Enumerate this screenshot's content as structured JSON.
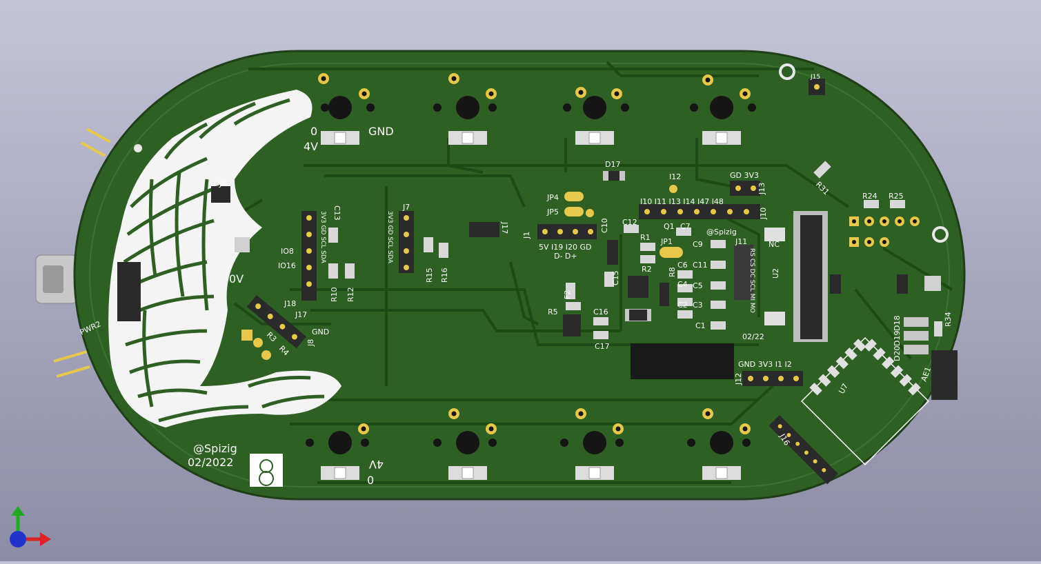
{
  "colors": {
    "board": "#2e5f23",
    "board_dark": "#244d1b",
    "trace": "#1d4a15",
    "silk": "#ffffff",
    "pad_gold": "#e8c84a",
    "smd": "#c7c7c7",
    "background_top": "#c4c4d8",
    "background_bottom": "#8c8ca6"
  },
  "silkscreen": {
    "author": "@Spizig",
    "date": "02/2022",
    "author_small": "@Spizig",
    "date_small": "02/22",
    "power_top": {
      "zero": "0",
      "four_v": "4V",
      "gnd": "GND"
    },
    "power_bottom": {
      "zero": "0",
      "four_v": "4V"
    },
    "zero_v": "0V",
    "pwr": "PWR2",
    "refs": {
      "J15": "J15",
      "D17": "D17",
      "JP4": "JP4",
      "JP5": "JP5",
      "JP1": "JP1",
      "I12": "I12",
      "GD3V3_top": "GD 3V3",
      "J13": "J13",
      "J10": "J10",
      "io_header": "I10 I11 I13 I14 I47 I48",
      "R31": "R31",
      "R24": "R24",
      "R25": "R25",
      "J4": "J4",
      "J7": "J7",
      "C13": "C13",
      "J6_pins": "3V3 GD SCL SDA",
      "J7_pins": "3V3 GD SCL SDA",
      "IO8": "IO8",
      "IO16": "IO16",
      "R10": "R10",
      "R12": "R12",
      "R15": "R15",
      "R16": "R16",
      "J17": "J17",
      "J1": "J1",
      "J1_pins": "5V I19 I20 GD",
      "usb": "D-  D+",
      "C10": "C10",
      "C12": "C12",
      "R1": "R1",
      "Q1": "Q1",
      "C7": "C7",
      "C9": "C9",
      "R2": "R2",
      "C6": "C6",
      "C11": "C11",
      "C4": "C4",
      "C5": "C5",
      "C2": "C2",
      "C3": "C3",
      "C1": "C1",
      "R8": "R8",
      "C15": "C15",
      "J11": "J11",
      "NC": "NC",
      "U2": "U2",
      "J11_pins": "RS CS DC SCL MI MO",
      "F2": "F2",
      "R5": "R5",
      "C16": "C16",
      "C17": "C17",
      "J18": "J18",
      "J17b": "J17",
      "R3": "R3",
      "R4": "R4",
      "J8": "J8",
      "GND": "GND",
      "GND3V3_bottom": "GND 3V3 I1 I2",
      "J12": "J12",
      "J16": "J16",
      "U7": "U7",
      "D18": "D18",
      "D19": "D19",
      "D20": "D20",
      "R34": "R34",
      "AE1": "AE1"
    }
  }
}
